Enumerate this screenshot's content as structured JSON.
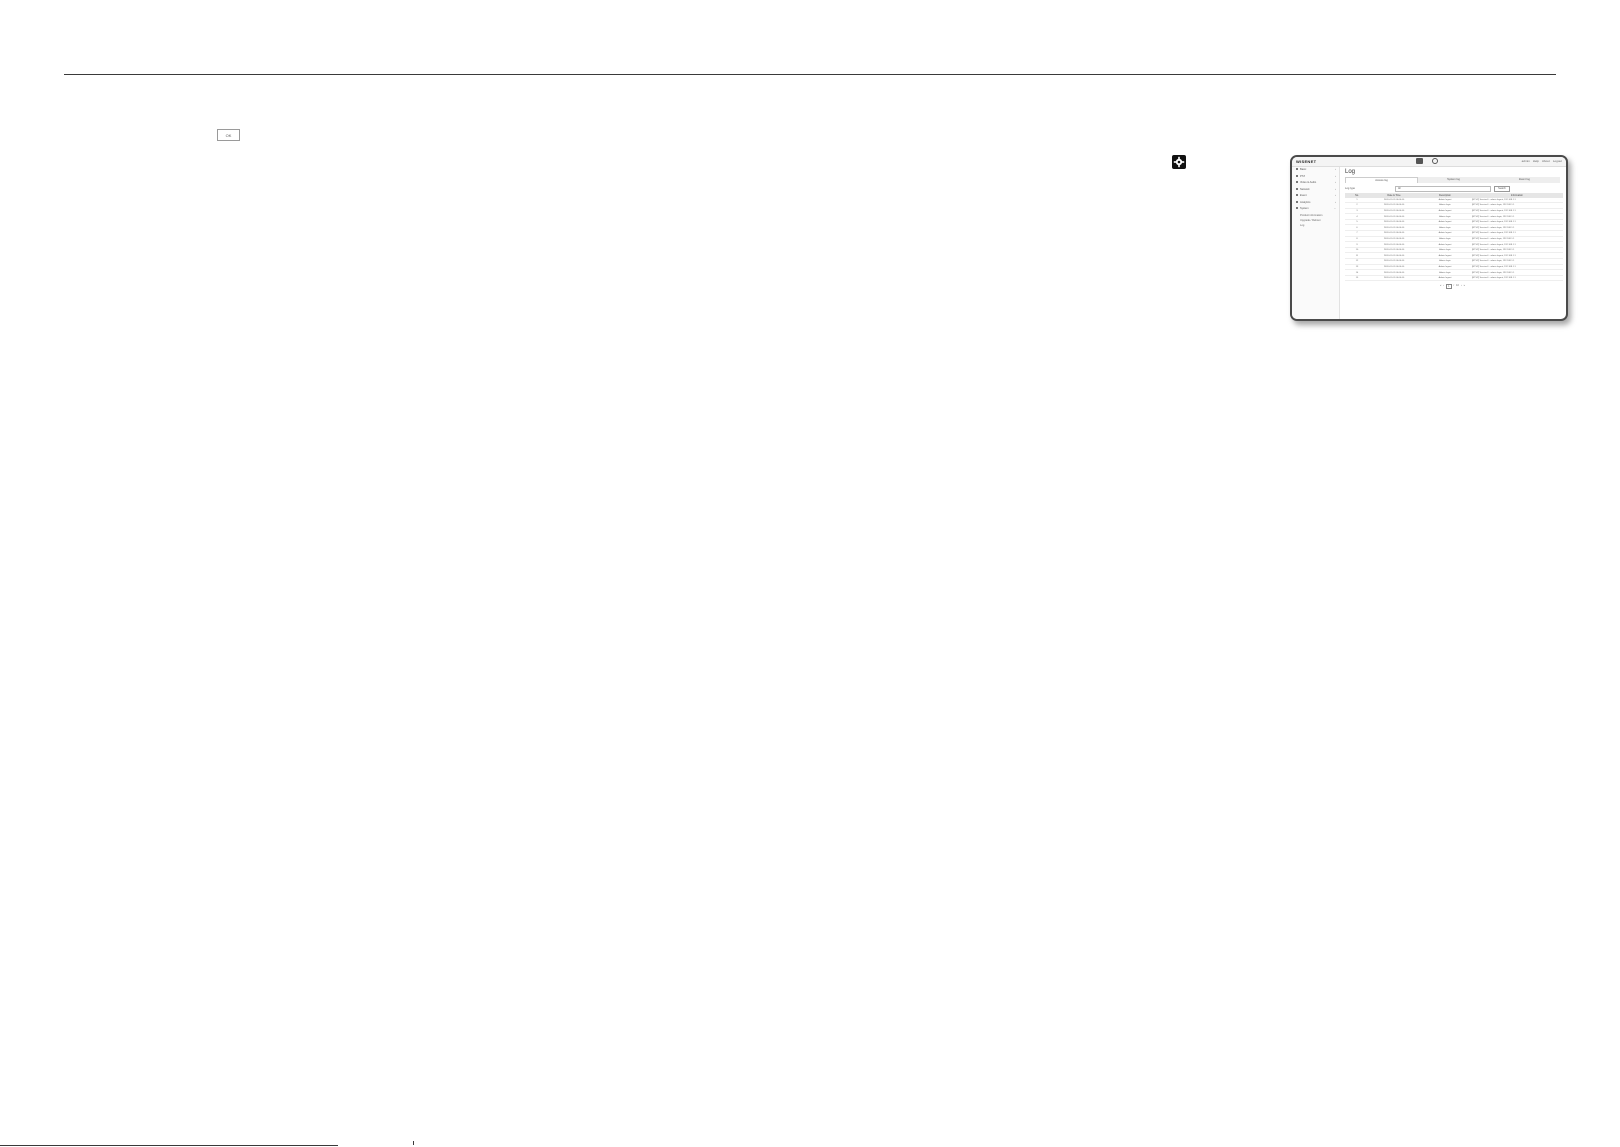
{
  "page": {
    "small_button_label": "OK"
  },
  "screenshot": {
    "logo": "WISENET",
    "top_right": [
      "admin",
      "Help",
      "About",
      "Logout"
    ],
    "sidebar": {
      "items": [
        "Basic",
        "PTZ",
        "Video & Audio",
        "Network",
        "Event",
        "Analytics",
        "System"
      ],
      "sub_items": [
        "Product information",
        "Upgrade / Reboot",
        "Log"
      ]
    },
    "title": "Log",
    "tabs": [
      "Access log",
      "System log",
      "Event log"
    ],
    "filter": {
      "label": "Log type",
      "value": "All",
      "button": "Search"
    },
    "table": {
      "headers": [
        "No.",
        "Date & Time",
        "Description",
        "Information"
      ],
      "rows": [
        [
          "1",
          "2020-01-01 00:00:00",
          "Admin logout",
          "[RTSP] Session1 : admin logout, 192.168.1.1"
        ],
        [
          "2",
          "2020-01-01 00:00:00",
          "Admin login",
          "[RTSP] Session1 : admin login, 192.168.1.1"
        ],
        [
          "3",
          "2020-01-01 00:00:00",
          "Admin logout",
          "[RTSP] Session1 : admin logout, 192.168.1.1"
        ],
        [
          "4",
          "2020-01-01 00:00:00",
          "Admin login",
          "[RTSP] Session1 : admin login, 192.168.1.1"
        ],
        [
          "5",
          "2020-01-01 00:00:00",
          "Admin logout",
          "[RTSP] Session1 : admin logout, 192.168.1.1"
        ],
        [
          "6",
          "2020-01-01 00:00:00",
          "Admin login",
          "[RTSP] Session1 : admin login, 192.168.1.1"
        ],
        [
          "7",
          "2020-01-01 00:00:00",
          "Admin logout",
          "[RTSP] Session1 : admin logout, 192.168.1.1"
        ],
        [
          "8",
          "2020-01-01 00:00:00",
          "Admin login",
          "[RTSP] Session1 : admin login, 192.168.1.1"
        ],
        [
          "9",
          "2020-01-01 00:00:00",
          "Admin logout",
          "[RTSP] Session1 : admin logout, 192.168.1.1"
        ],
        [
          "10",
          "2020-01-01 00:00:00",
          "Admin login",
          "[RTSP] Session1 : admin login, 192.168.1.1"
        ],
        [
          "11",
          "2020-01-01 00:00:00",
          "Admin logout",
          "[RTSP] Session1 : admin logout, 192.168.1.1"
        ],
        [
          "12",
          "2020-01-01 00:00:00",
          "Admin login",
          "[RTSP] Session1 : admin login, 192.168.1.1"
        ],
        [
          "13",
          "2020-01-01 00:00:00",
          "Admin logout",
          "[RTSP] Session1 : admin logout, 192.168.1.1"
        ],
        [
          "14",
          "2020-01-01 00:00:00",
          "Admin login",
          "[RTSP] Session1 : admin login, 192.168.1.1"
        ],
        [
          "15",
          "2020-01-01 00:00:00",
          "Admin logout",
          "[RTSP] Session1 : admin logout, 192.168.1.1"
        ]
      ]
    },
    "pager": {
      "first": "«",
      "prev": "‹",
      "current": "1",
      "sep": "/",
      "total": "10",
      "next": "›",
      "last": "»"
    }
  }
}
